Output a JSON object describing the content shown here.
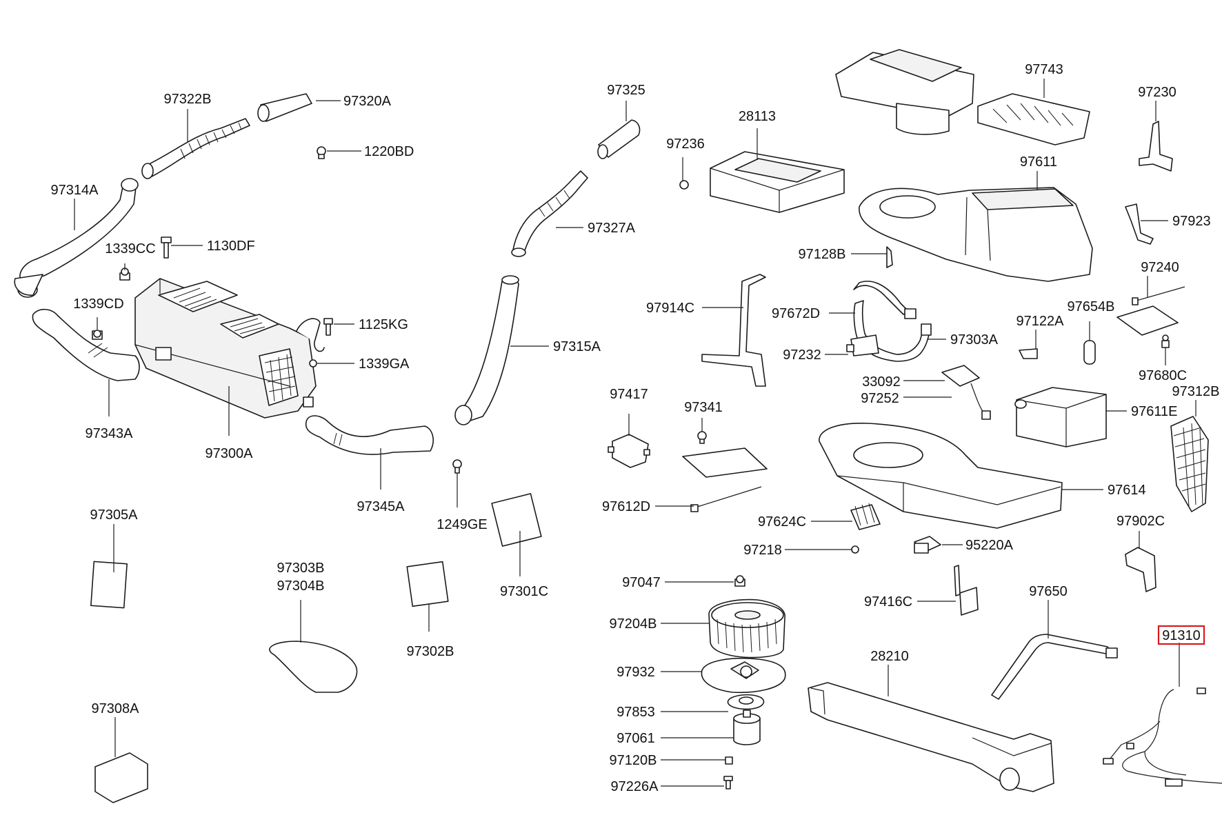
{
  "diagram": {
    "highlight_color": "#d8191c",
    "parts": [
      {
        "key": "p97322B",
        "number": "97322B"
      },
      {
        "key": "p97320A",
        "number": "97320A"
      },
      {
        "key": "p1220BD",
        "number": "1220BD"
      },
      {
        "key": "p97314A",
        "number": "97314A"
      },
      {
        "key": "p1339CC",
        "number": "1339CC"
      },
      {
        "key": "p1130DF",
        "number": "1130DF"
      },
      {
        "key": "p1339CD",
        "number": "1339CD"
      },
      {
        "key": "p1125KG",
        "number": "1125KG"
      },
      {
        "key": "p1339GA",
        "number": "1339GA"
      },
      {
        "key": "p97343A",
        "number": "97343A"
      },
      {
        "key": "p97300A",
        "number": "97300A"
      },
      {
        "key": "p97345A",
        "number": "97345A"
      },
      {
        "key": "p97325",
        "number": "97325"
      },
      {
        "key": "p97327A",
        "number": "97327A"
      },
      {
        "key": "p97315A",
        "number": "97315A"
      },
      {
        "key": "p1249GE",
        "number": "1249GE"
      },
      {
        "key": "p97301C",
        "number": "97301C"
      },
      {
        "key": "p97305A",
        "number": "97305A"
      },
      {
        "key": "p97303B",
        "number": "97303B"
      },
      {
        "key": "p97304B",
        "number": "97304B"
      },
      {
        "key": "p97302B",
        "number": "97302B"
      },
      {
        "key": "p97308A",
        "number": "97308A"
      },
      {
        "key": "p28113",
        "number": "28113"
      },
      {
        "key": "p97236",
        "number": "97236"
      },
      {
        "key": "p97743",
        "number": "97743"
      },
      {
        "key": "p97230",
        "number": "97230"
      },
      {
        "key": "p97611",
        "number": "97611"
      },
      {
        "key": "p97923",
        "number": "97923"
      },
      {
        "key": "p97128B",
        "number": "97128B"
      },
      {
        "key": "p97240",
        "number": "97240"
      },
      {
        "key": "p97914C",
        "number": "97914C"
      },
      {
        "key": "p97672D",
        "number": "97672D"
      },
      {
        "key": "p97654B",
        "number": "97654B"
      },
      {
        "key": "p97122A",
        "number": "97122A"
      },
      {
        "key": "p97303A",
        "number": "97303A"
      },
      {
        "key": "p97232",
        "number": "97232"
      },
      {
        "key": "p97680C",
        "number": "97680C"
      },
      {
        "key": "p33092",
        "number": "33092"
      },
      {
        "key": "p97312B",
        "number": "97312B"
      },
      {
        "key": "p97252",
        "number": "97252"
      },
      {
        "key": "p97611E",
        "number": "97611E"
      },
      {
        "key": "p97417",
        "number": "97417"
      },
      {
        "key": "p97341",
        "number": "97341"
      },
      {
        "key": "p97614",
        "number": "97614"
      },
      {
        "key": "p97612D",
        "number": "97612D"
      },
      {
        "key": "p97624C",
        "number": "97624C"
      },
      {
        "key": "p97902C",
        "number": "97902C"
      },
      {
        "key": "p97218",
        "number": "97218"
      },
      {
        "key": "p95220A",
        "number": "95220A"
      },
      {
        "key": "p97047",
        "number": "97047"
      },
      {
        "key": "p97650",
        "number": "97650"
      },
      {
        "key": "p97416C",
        "number": "97416C"
      },
      {
        "key": "p97204B",
        "number": "97204B"
      },
      {
        "key": "p91310",
        "number": "91310",
        "highlighted": true
      },
      {
        "key": "p28210",
        "number": "28210"
      },
      {
        "key": "p97932",
        "number": "97932"
      },
      {
        "key": "p97853",
        "number": "97853"
      },
      {
        "key": "p97061",
        "number": "97061"
      },
      {
        "key": "p97120B",
        "number": "97120B"
      },
      {
        "key": "p97226A",
        "number": "97226A"
      }
    ]
  }
}
